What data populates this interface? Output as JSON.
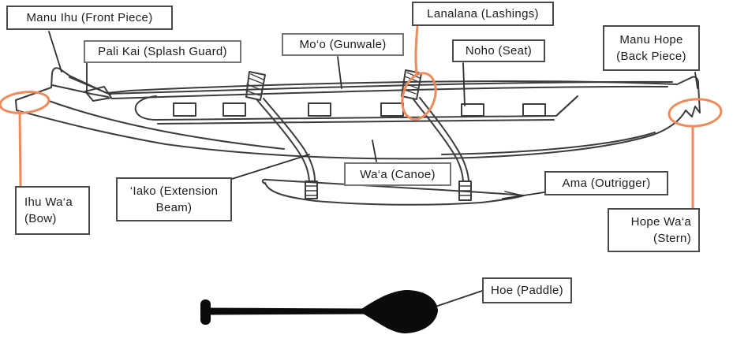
{
  "diagram": {
    "subject": "Parts of a Hawaiian outrigger canoe (wa‘a) with paddle",
    "labels": {
      "manu_ihu": {
        "line1": "Manu Ihu (Front Piece)"
      },
      "pali_kai": {
        "line1": "Pali Kai (Splash Guard)"
      },
      "moo": {
        "line1": "Mo‘o (Gunwale)"
      },
      "lanalana": {
        "line1": "Lanalana (Lashings)"
      },
      "noho": {
        "line1": "Noho (Seat)"
      },
      "manu_hope": {
        "line1": "Manu Hope",
        "line2": "(Back Piece)"
      },
      "ihu_waa": {
        "line1": "Ihu Wa‘a",
        "line2": "(Bow)"
      },
      "iako": {
        "line1": "‘Iako (Extension",
        "line2": "Beam)"
      },
      "waa": {
        "line1": "Wa‘a (Canoe)"
      },
      "ama": {
        "line1": "Ama (Outrigger)"
      },
      "hope_waa": {
        "line1": "Hope Wa‘a",
        "line2": "(Stern)"
      },
      "hoe": {
        "line1": "Hoe (Paddle)"
      }
    },
    "colors": {
      "highlight_orange": "#EF8A5A",
      "drawing_line": "#3C3C3C",
      "paddle_black": "#0B0B0B",
      "box_border": "#4A4A4A",
      "background": "#FFFFFF"
    }
  }
}
